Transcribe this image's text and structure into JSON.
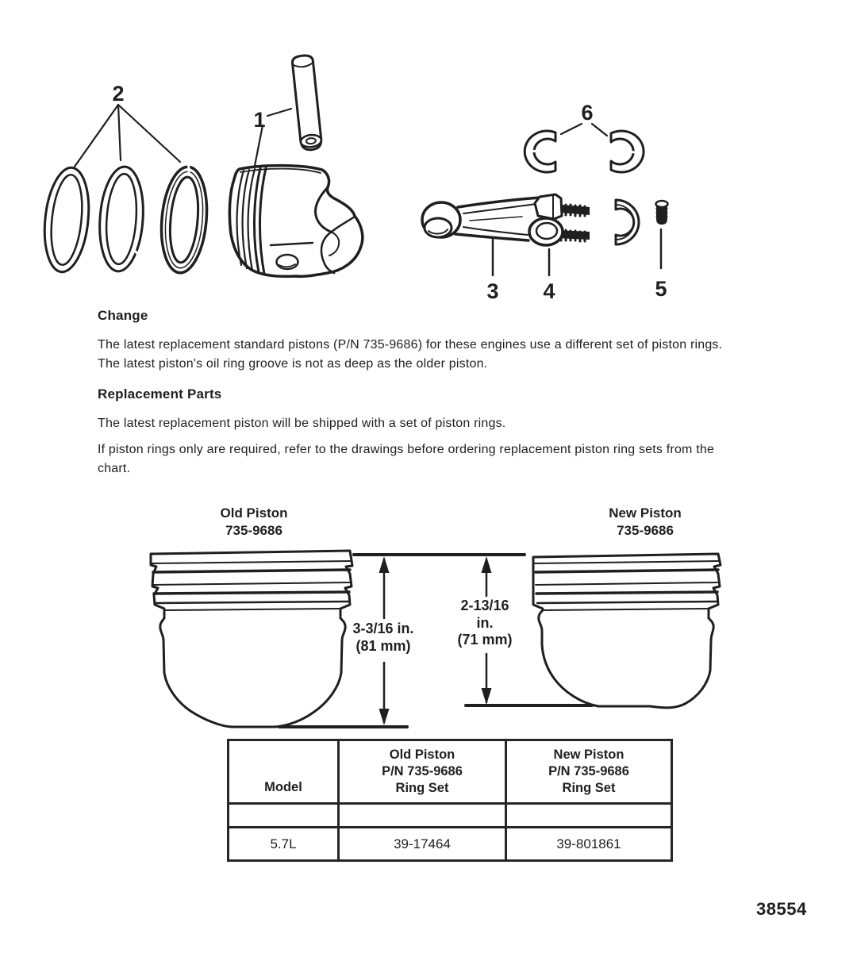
{
  "document": {
    "ink_color": "#1f1f1f",
    "figure_number": "38554"
  },
  "parts_diagram": {
    "callouts": {
      "piston_pin": "1",
      "piston_rings": "2",
      "connecting_rod": "3",
      "rod_cap": "4",
      "screw": "5",
      "bearing_set": "6"
    }
  },
  "sections": {
    "change": {
      "heading": "Change",
      "lines": [
        "The latest replacement standard pistons (P/N 735-9686) for these engines use a different set of piston rings.",
        "The latest piston's oil ring groove is not as deep as the older piston."
      ]
    },
    "replacement_parts": {
      "heading": "Replacement Parts",
      "paragraph1_lines": [
        "The latest replacement piston will be shipped with a set of piston rings."
      ],
      "paragraph2_lines": [
        "If piston rings only are required, refer to the drawings before ordering replacement piston ring sets from the",
        "chart."
      ]
    }
  },
  "comparison": {
    "old_piston": {
      "title": "Old Piston",
      "part_number": "735-9686",
      "dimension_lines": [
        "3-3/16 in.",
        "(81 mm)"
      ]
    },
    "new_piston": {
      "title": "New Piston",
      "part_number": "735-9686",
      "dimension_lines": [
        "2-13/16",
        "in.",
        "(71 mm)"
      ]
    }
  },
  "table": {
    "headers": {
      "model": "Model",
      "old_lines": [
        "Old Piston",
        "P/N 735-9686",
        "Ring Set"
      ],
      "new_lines": [
        "New Piston",
        "P/N 735-9686",
        "Ring Set"
      ]
    },
    "rows": [
      {
        "model": "5.7L",
        "old_ring_set": "39-17464",
        "new_ring_set": "39-801861"
      }
    ]
  }
}
